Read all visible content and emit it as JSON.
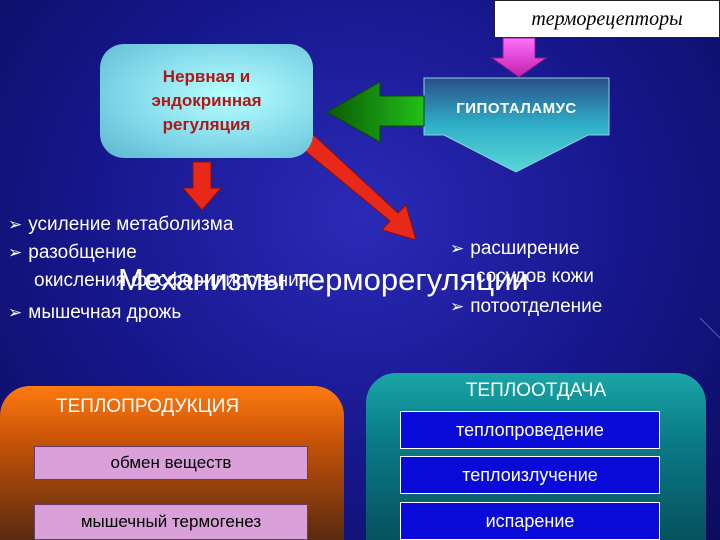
{
  "thermoreceptors": "терморецепторы",
  "nervous": {
    "line1": "Нервная и",
    "line2": "эндокринная",
    "line3": "регуляция"
  },
  "hypothalamus": "ГИПОТАЛАМУС",
  "left_list": {
    "item1": "усиление метаболизма",
    "item2_line1": "разобщение",
    "item2_line2": "окисления фосфорилирования",
    "item3": "мышечная дрожь"
  },
  "right_list": {
    "item1_line1": "расширение",
    "item1_line2": "сосудов кожи",
    "item2": "потоотделение"
  },
  "title": "Механизмы терморегуляции",
  "production": {
    "title": "ТЕПЛОПРОДУКЦИЯ",
    "items": [
      "обмен веществ",
      "мышечный термогенез"
    ]
  },
  "loss": {
    "title": "ТЕПЛООТДАЧА",
    "items": [
      "теплопроведение",
      "теплоизлучение",
      "испарение"
    ]
  },
  "colors": {
    "background": "#1a1a8c",
    "nervous_box": "#7fd6e8",
    "nervous_text": "#b01818",
    "arrow_red": "#e82818",
    "arrow_green": "#1aa010",
    "arrow_magenta": "#e040c8",
    "production_box": "#e06a10",
    "loss_box": "#0a7b86",
    "pink_item": "#d9a0d9",
    "blue_item": "#0a0ad8"
  }
}
